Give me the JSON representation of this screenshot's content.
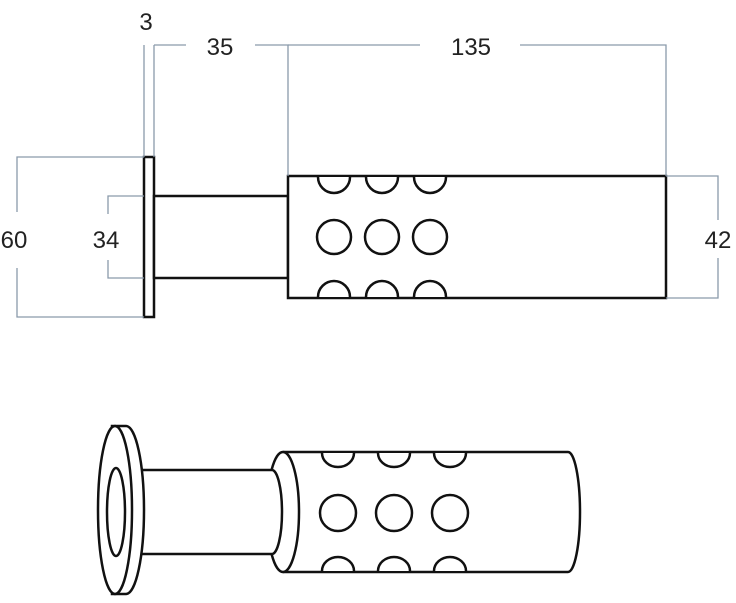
{
  "dimensions": {
    "flange_thickness": "3",
    "stem_length": "35",
    "body_length": "135",
    "flange_diameter": "60",
    "stem_diameter": "34",
    "body_diameter": "42"
  },
  "colors": {
    "dimension_line": "#8a9aab",
    "outline": "#111111"
  }
}
